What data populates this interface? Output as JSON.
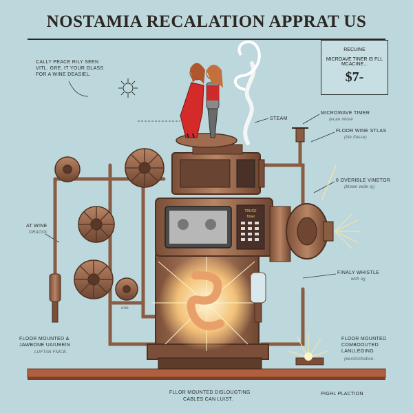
{
  "title": "NOSTAMIA RECALATION APPRAT US",
  "notes": {
    "top_left": [
      "CALLY PEACE RILY SEEN",
      "VITL. GRE. IT YOUR GLASS",
      "FOR A WINE DEASIEL."
    ],
    "steam": "STEAM",
    "microwave_timer": "MICROWAVE TIMER",
    "microwave_timer_sub": "(ecan mlore",
    "floor_wine": "FLOOR WINE STLAS",
    "floor_wine_sub": "(tile flasse)",
    "override": "6 OVERIBLE VINETOR",
    "override_sub": "(blown wide oj)",
    "at_wine": "AT WINE",
    "at_wine_sub": "ORAOOL",
    "finaly": "FINALY WHISTLE",
    "finaly_sub": "with ojj",
    "one": "one",
    "floor_mounted_left": [
      "FLOOR MOUNTED &",
      "JAWBONE UAIUBEIN"
    ],
    "floor_mounted_left_sub": "LUFTAN FNICE.",
    "floor_mounted_right": [
      "FLOOR MOUNTED",
      "COMBOOUTED",
      "LANLLEGING"
    ],
    "floor_mounted_right_sub": "(eerstrichation.",
    "bottom_center": "FLLOR MOUNTED DISLOUGTING",
    "bottom_center_sub": "CABLES CAN LUIST.",
    "bottom_right": "PIGHL PLACTION"
  },
  "box": {
    "line1": "RECUINE",
    "line2": "MICROAVE TINER IS FLL MCACINE...",
    "price": "$7-"
  },
  "screen": {
    "line1": "TRUCE",
    "line2": "Timer"
  },
  "colors": {
    "background": "#bcd8dc",
    "copper": "#9a6a4c",
    "dark_copper": "#6e4632",
    "brass": "#b88a5a",
    "floor": "#b0603e",
    "dress_red": "#d42a2a"
  }
}
